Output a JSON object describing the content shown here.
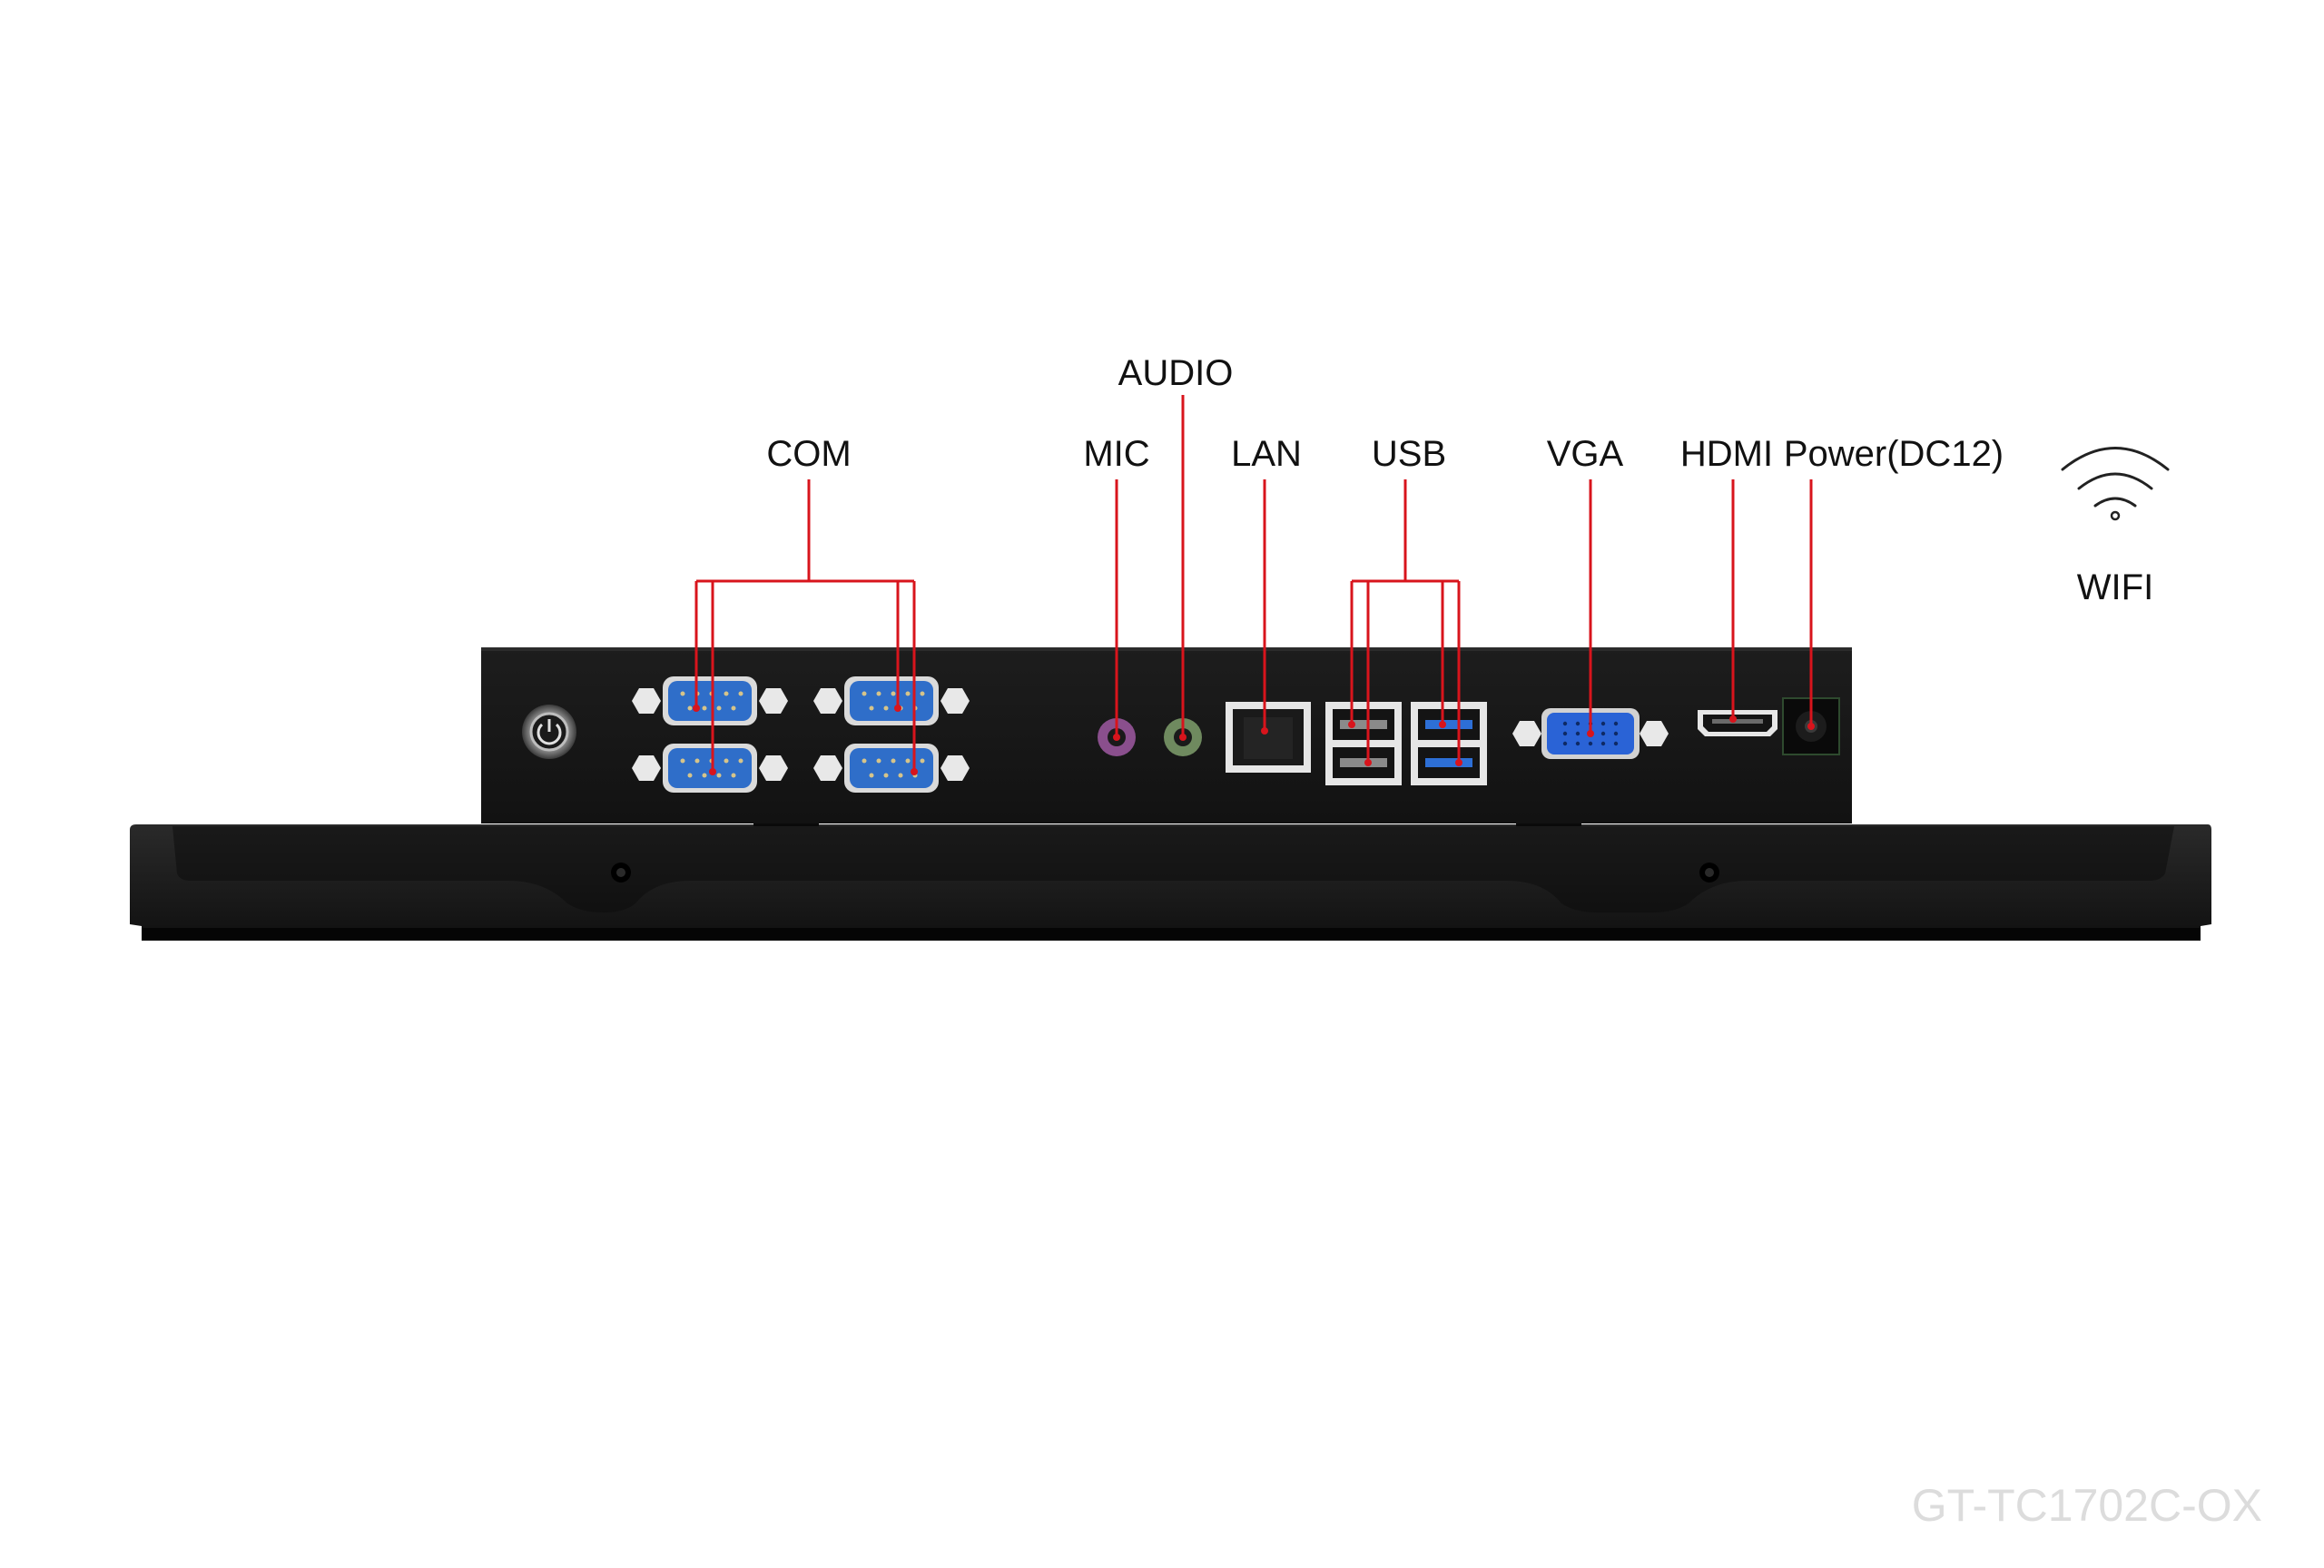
{
  "labels": {
    "com": "COM",
    "audio": "AUDIO",
    "mic": "MIC",
    "lan": "LAN",
    "usb": "USB",
    "vga": "VGA",
    "hdmi": "HDMI",
    "power": "Power(DC12)",
    "wifi": "WIFI"
  },
  "model": "GT-TC1702C-OX",
  "colors": {
    "leader_line": "#d8141c",
    "chassis": "#161616",
    "serial_port": "#2f6ec9",
    "vga_port": "#2a63d6",
    "mic_jack": "#8a4f8d",
    "audio_jack": "#6f8a5f",
    "usb3_insert": "#2d6fd6"
  },
  "icons": [
    "power-button-icon",
    "wifi-icon"
  ]
}
